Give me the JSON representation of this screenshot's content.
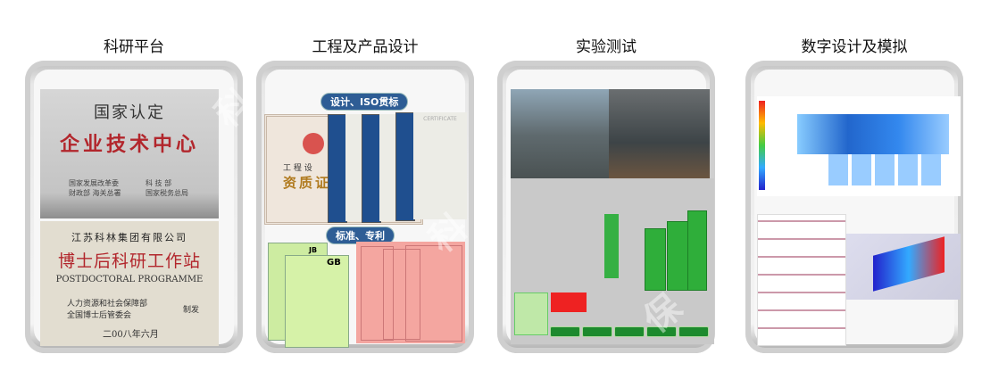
{
  "sections": [
    {
      "title": "科研平台"
    },
    {
      "title": "工程及产品设计"
    },
    {
      "title": "实验测试"
    },
    {
      "title": "数字设计及模拟"
    }
  ],
  "panel1": {
    "plaque_top": {
      "line1": "国家认定",
      "line2": "企业技术中心",
      "issuers_left": "国家发展改革委\n财政部 海关总署",
      "issuers_right": "科 技 部\n国家税务总局"
    },
    "plaque_bottom": {
      "company": "江苏科林集团有限公司",
      "name": "博士后科研工作站",
      "english": "POSTDOCTORAL PROGRAMME",
      "issuers": "人力资源和社会保障部\n全国博士后管委会",
      "issued": "制发",
      "date": "二00八年六月"
    }
  },
  "panel2": {
    "label_top": "设计、ISO贯标",
    "cert_line1": "工 程 设",
    "cert_line2": "资质证",
    "cert_heading": "CERTIFICATE",
    "label_bottom": "标准、专利",
    "std_jb": "JB",
    "std_gb": "GB"
  },
  "watermark": "科林环保"
}
